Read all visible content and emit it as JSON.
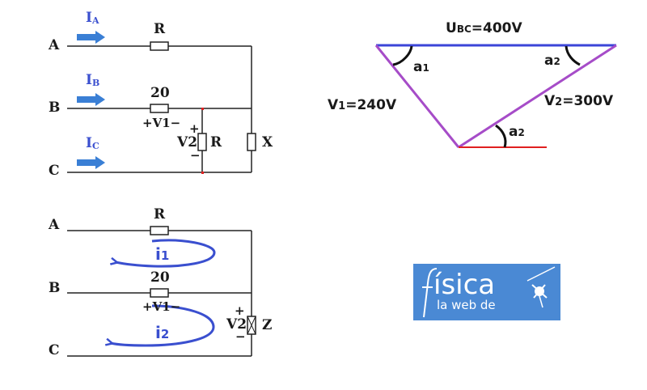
{
  "top_circuit": {
    "lines": {
      "a": "A",
      "b": "B",
      "c": "C"
    },
    "currents": {
      "ia": {
        "main": "I",
        "sub": "A"
      },
      "ib": {
        "main": "I",
        "sub": "B"
      },
      "ic": {
        "main": "I",
        "sub": "C"
      }
    },
    "resistor_a": "R",
    "resistor_b": "20",
    "v1": "+V1−",
    "v2_plus": "+",
    "v2": "V2",
    "v2_minus": "−",
    "resistor_r": "R",
    "reactance": "X"
  },
  "bottom_circuit": {
    "lines": {
      "a": "A",
      "b": "B",
      "c": "C"
    },
    "resistor_a": "R",
    "resistor_b": "20",
    "v1": "+V1−",
    "loop1": {
      "main": "i",
      "sub": "1"
    },
    "loop2": {
      "main": "i",
      "sub": "2"
    },
    "v2_plus": "+",
    "v2": "V2",
    "v2_minus": "−",
    "impedance": "Z"
  },
  "phasor": {
    "ubc": {
      "main": "U",
      "sub": "BC",
      "value": "=400V"
    },
    "v1": {
      "main": "V",
      "sub": "1",
      "value": "=240V"
    },
    "v2": {
      "main": "V",
      "sub": "2",
      "value": "=300V"
    },
    "a1": {
      "main": "a",
      "sub": "1"
    },
    "a2_top": {
      "main": "a",
      "sub": "2"
    },
    "a2_bottom": {
      "main": "a",
      "sub": "2"
    },
    "colors": {
      "ubc": "#3b45d8",
      "v": "#a64cc8",
      "ref": "#e02020"
    }
  },
  "logo": {
    "big": "ísica",
    "small": "la web de",
    "background": "#4a89d4"
  },
  "colors": {
    "wire": "#222222",
    "accent": "#3a4fcf",
    "arrow": "#3a7fd5",
    "junction": "#e02020"
  }
}
